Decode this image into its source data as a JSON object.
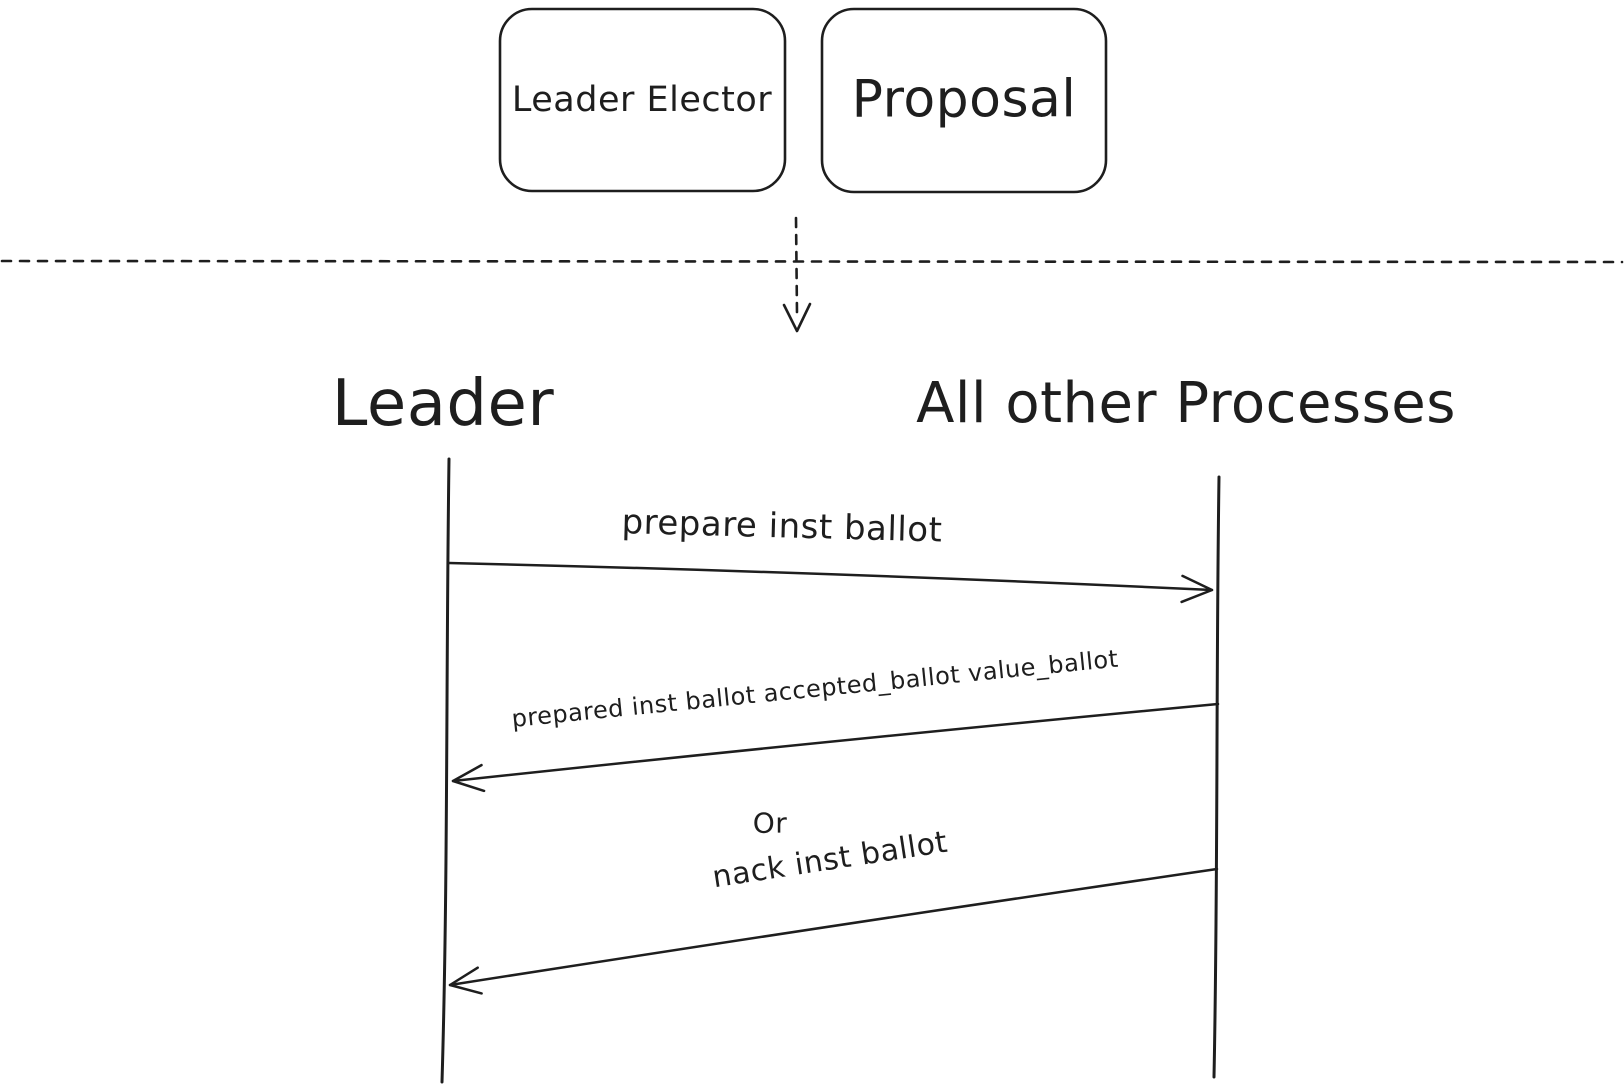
{
  "diagram": {
    "background": "#ffffff",
    "ink_color": "#1e1e1e",
    "modules": {
      "leader_elector_label": "Leader Elector",
      "proposal_label": "Proposal"
    },
    "divider": {
      "style": "dashed-horizontal-line",
      "arrow": "dashed-down-arrow"
    },
    "sequence": {
      "left_actor": "Leader",
      "right_actor": "All other Processes",
      "or_label": "Or",
      "messages": [
        {
          "label": "prepare inst ballot",
          "direction": "left-to-right"
        },
        {
          "label": "prepared inst ballot accepted_ballot value_ballot",
          "direction": "right-to-left"
        },
        {
          "label": "nack inst ballot",
          "direction": "right-to-left"
        }
      ]
    }
  }
}
